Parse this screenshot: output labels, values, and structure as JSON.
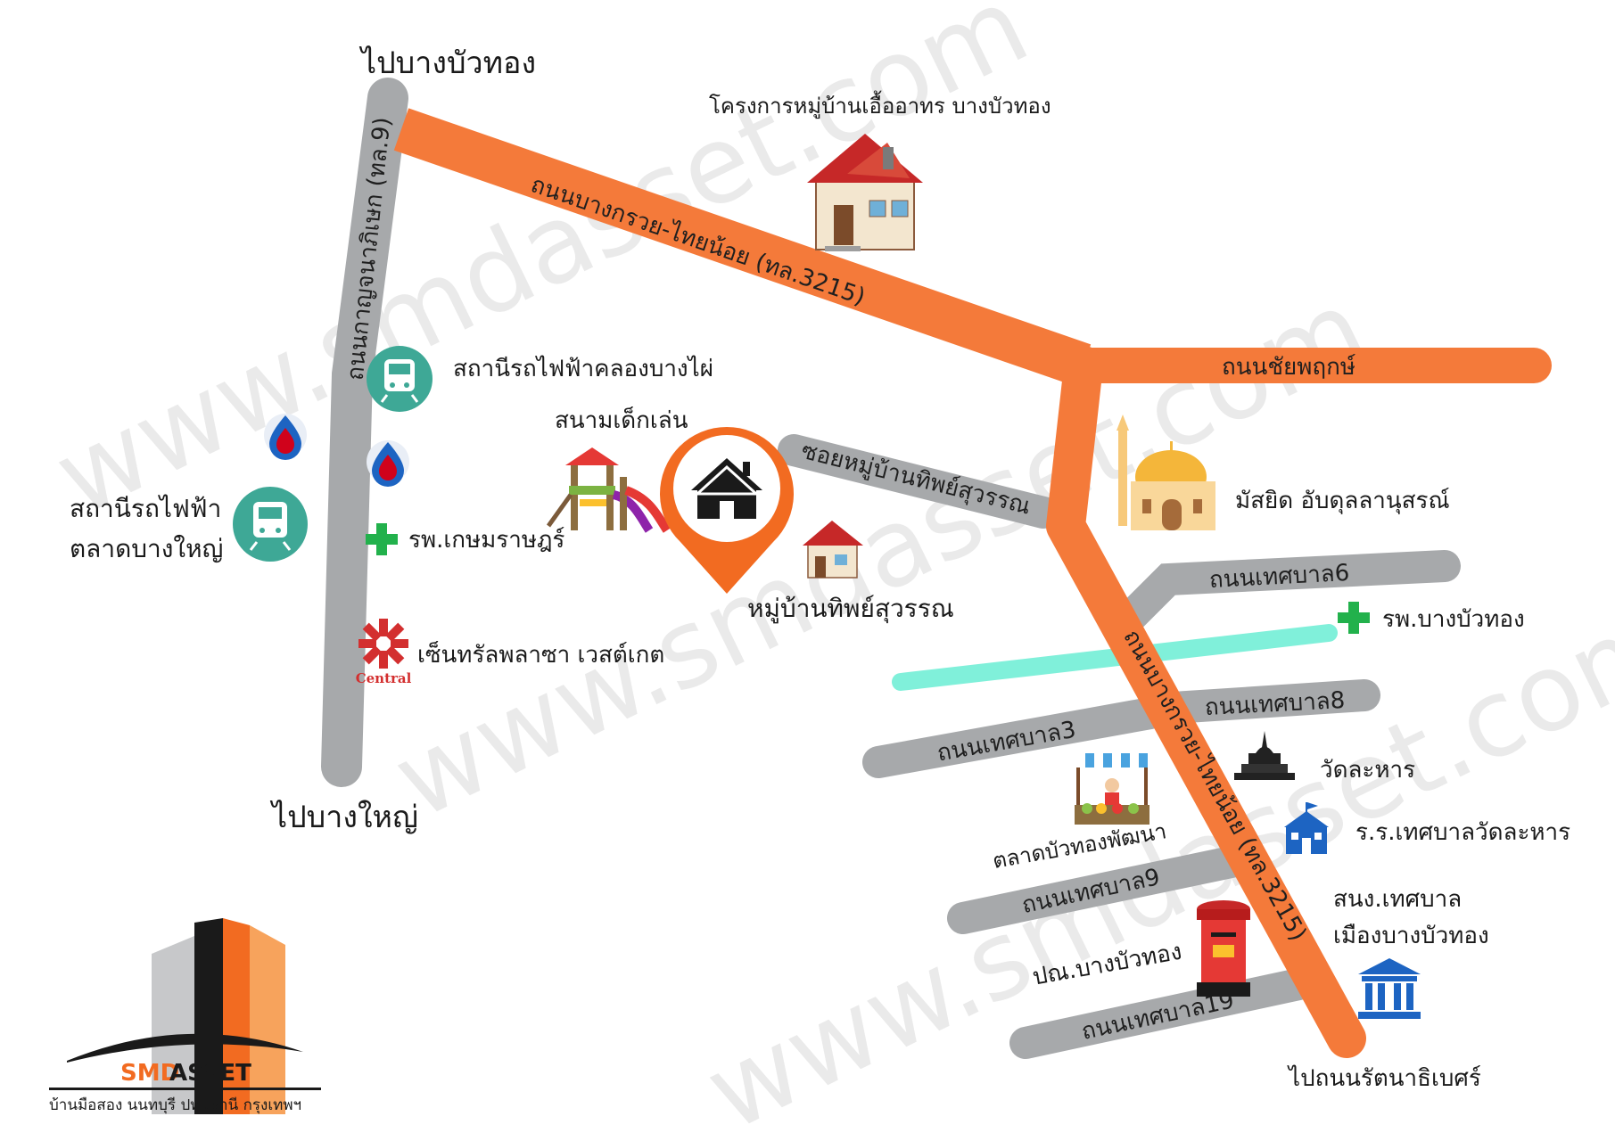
{
  "watermark": "www.smdasset.com",
  "colors": {
    "main_road": "#f47a3a",
    "side_road": "#a7a9ab",
    "canal": "#80f0da",
    "text": "#1a1a1a",
    "plus": "#22b14c",
    "pin": "#f26b21"
  },
  "directions": {
    "north": "ไปบางบัวทอง",
    "south": "ไปบางใหญ่",
    "southeast": "ไปถนนรัตนาธิเบศร์"
  },
  "roads": {
    "kanchana": "ถนนกาญจนาภิเษก (ทล.9)",
    "bangkruai_top": "ถนนบางกรวย-ไทยน้อย (ทล.3215)",
    "chaiyaphruek": "ถนนชัยพฤกษ์",
    "soi_thipsuwan": "ซอยหมู่บ้านทิพย์สุวรรณ",
    "thesaban6": "ถนนเทศบาล6",
    "thesaban8": "ถนนเทศบาล8",
    "thesaban3": "ถนนเทศบาล3",
    "bangkruai_bottom": "ถนนบางกรวย-ไทยน้อย (ทล.3215)",
    "thesaban9": "ถนนเทศบาล9",
    "thesaban19": "ถนนเทศบาล19"
  },
  "places": {
    "project": "โครงการหมู่บ้านเอื้ออาทร บางบัวทอง",
    "station_klong": "สถานีรถไฟฟ้าคลองบางไผ่",
    "playground": "สนามเด็กเล่น",
    "station_market_1": "สถานีรถไฟฟ้า",
    "station_market_2": "ตลาดบางใหญ่",
    "kasemrad": "รพ.เกษมราษฎร์",
    "thipsuwan_village": "หมู่บ้านทิพย์สุวรรณ",
    "mosque": "มัสยิด อับดุลลานุสรณ์",
    "bbt_hospital": "รพ.บางบัวทอง",
    "central": "เซ็นทรัลพลาซา เวสต์เกต",
    "central_logo": "Central",
    "wat": "วัดละหาร",
    "market": "ตลาดบัวทองพัฒนา",
    "school": "ร.ร.เทศบาลวัดละหาร",
    "municipal_1": "สนง.เทศบาล",
    "municipal_2": "เมืองบางบัวทอง",
    "post": "ปณ.บางบัวทอง"
  },
  "brand": {
    "name_a": "SMD",
    "name_b": "ASSET",
    "tagline": "บ้านมือสอง นนทบุรี ปทุมธานี กรุงเทพฯ"
  },
  "icons": [
    "home-icon",
    "train-icon",
    "fuel-drop-icon",
    "plus-icon",
    "playground-icon",
    "house-icon",
    "mosque-icon",
    "pagoda-icon",
    "market-icon",
    "school-icon",
    "government-icon",
    "mailbox-icon",
    "central-logo-icon"
  ]
}
